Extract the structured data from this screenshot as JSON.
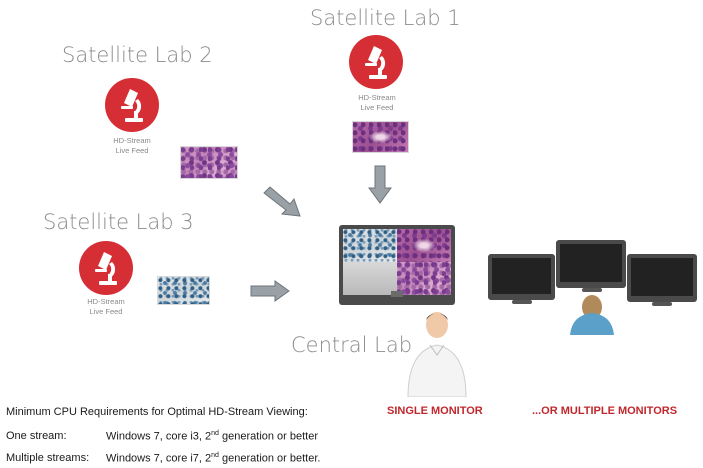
{
  "labs": [
    {
      "id": "lab1",
      "title": "Satellite Lab 1",
      "caption_line1": "HD-Stream",
      "caption_line2": "Live Feed"
    },
    {
      "id": "lab2",
      "title": "Satellite Lab 2",
      "caption_line1": "HD-Stream",
      "caption_line2": "Live Feed"
    },
    {
      "id": "lab3",
      "title": "Satellite Lab 3",
      "caption_line1": "HD-Stream",
      "caption_line2": "Live Feed"
    }
  ],
  "central_lab": {
    "title": "Central Lab"
  },
  "single_monitor_label": "SINGLE MONITOR",
  "multiple_monitors_label": "...OR MULTIPLE MONITORS",
  "requirements": {
    "heading": "Minimum CPU Requirements for Optimal HD-Stream Viewing:",
    "one_label": "One stream:",
    "one_value_pre": "Windows 7, core i3, 2",
    "one_value_sup": "nd",
    "one_value_post": " generation or better",
    "multi_label": "Multiple streams:",
    "multi_value_pre": "Windows 7, core i7, 2",
    "multi_value_sup": "nd",
    "multi_value_post": " generation or better."
  },
  "colors": {
    "brand_red": "#d62e35",
    "label_red": "#c0282d",
    "title_grey": "#8c8c8c"
  },
  "icons": [
    "microscope-icon"
  ]
}
